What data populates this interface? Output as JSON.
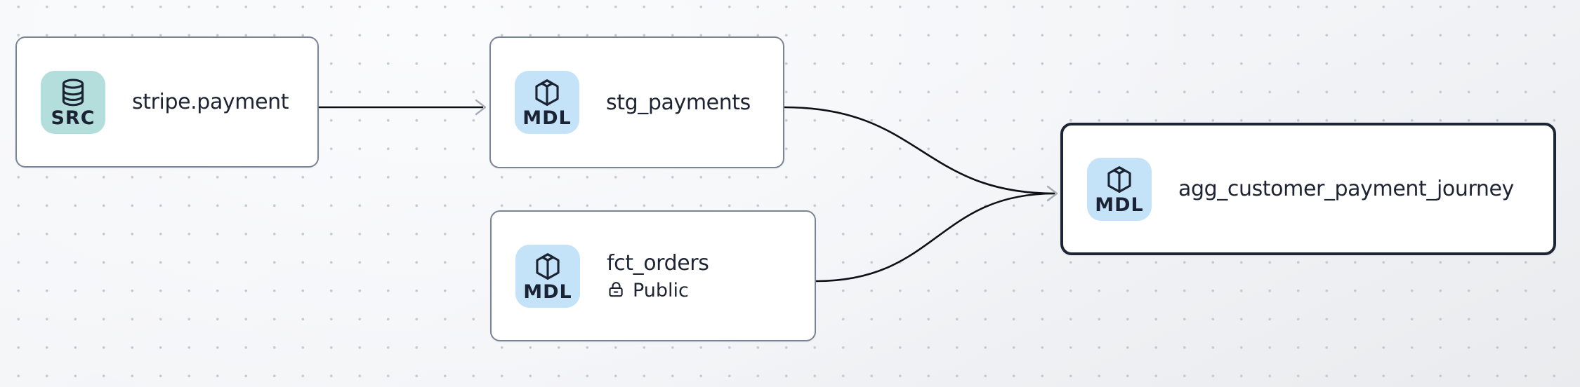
{
  "diagram": {
    "nodes": [
      {
        "id": "stripe.payment",
        "title": "stripe.payment",
        "type_badge": "SRC",
        "icon": "database-icon",
        "badge_color": "#b3dedb",
        "selected": false
      },
      {
        "id": "stg_payments",
        "title": "stg_payments",
        "type_badge": "MDL",
        "icon": "cube-icon",
        "badge_color": "#c5e3f8",
        "selected": false
      },
      {
        "id": "fct_orders",
        "title": "fct_orders",
        "type_badge": "MDL",
        "icon": "cube-icon",
        "badge_color": "#c5e3f8",
        "visibility": "Public",
        "visibility_icon": "lock-open-icon",
        "selected": false
      },
      {
        "id": "agg_customer_payment_journey",
        "title": "agg_customer_payment_journey",
        "type_badge": "MDL",
        "icon": "cube-icon",
        "badge_color": "#c5e3f8",
        "selected": true
      }
    ],
    "edges": [
      {
        "from": "stripe.payment",
        "to": "stg_payments"
      },
      {
        "from": "stg_payments",
        "to": "agg_customer_payment_journey"
      },
      {
        "from": "fct_orders",
        "to": "agg_customer_payment_journey"
      }
    ],
    "colors": {
      "background": "#f5f6f8",
      "dot": "#c7cad0",
      "edge": "#0d1014",
      "arrowhead": "#a6abb5",
      "node_border": "#7b8494",
      "selected_node_border": "#1d2534",
      "badge_src_bg": "#b3dedb",
      "badge_mdl_bg": "#c5e3f8",
      "text": "#1e2433"
    }
  }
}
